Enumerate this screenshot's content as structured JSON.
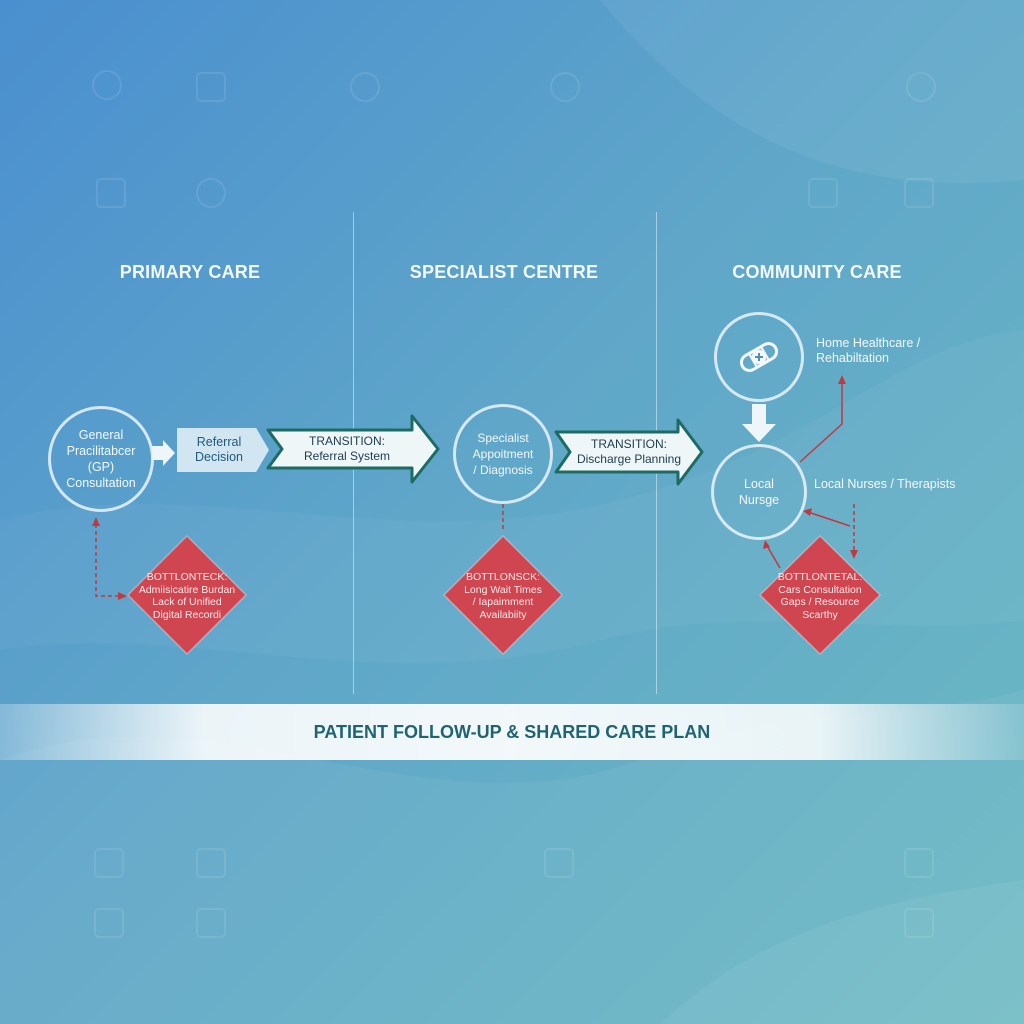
{
  "columns": {
    "primary_care": "PRIMARY CARE",
    "specialist_centre": "SPECIALIST CENTRE",
    "community_care": "COMMUNITY CARE"
  },
  "nodes": {
    "gp_consultation": [
      "General",
      "Pracilitabcer",
      "(GP)",
      "Consultation"
    ],
    "referral_decision": [
      "Referral",
      "Decision"
    ],
    "specialist_appointment": [
      "Specialist",
      "Appoitment",
      "/ Diagnosis"
    ],
    "local_nursge": [
      "Local",
      "Nursge"
    ],
    "home_healthcare": [
      "Home Healthcare /",
      "Rehabiltation"
    ],
    "local_nurses_therapists": "Local Nurses / Therapists"
  },
  "transitions": {
    "referral_system": {
      "title": "TRANSITION:",
      "subtitle": "Referral System"
    },
    "discharge_planning": {
      "title": "TRANSITION:",
      "subtitle": "Discharge Planning"
    }
  },
  "bottlenecks": {
    "primary": [
      "BOTTLONTECK:",
      "Admiisicatire Burdan",
      "Lack of Unified",
      "Digital Recordi"
    ],
    "specialist": [
      "BOTTLONSCK:",
      "Long Wait Times",
      "/ Iapaimment",
      "Availabiity"
    ],
    "community": [
      "BOTTLONTETAL:",
      "Cars Consultation",
      "Gaps / Resource",
      "Scarthy"
    ]
  },
  "banner": "PATIENT FOLLOW-UP & SHARED CARE PLAN",
  "colors": {
    "bottleneck_fill": "#cf4550",
    "transition_fill": "#eef6f8",
    "transition_border": "#1d6b63",
    "dashed_connector": "#c0393f"
  },
  "icons": [
    "bandage-icon",
    "down-arrow-icon"
  ]
}
